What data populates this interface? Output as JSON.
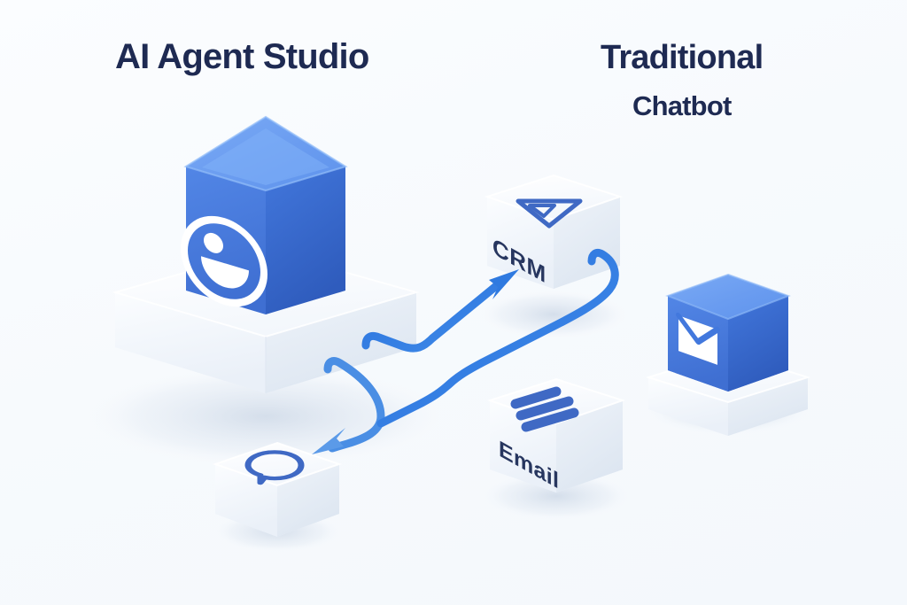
{
  "scene": {
    "background_color": "#f7fafd",
    "type": "isometric-3d-illustration"
  },
  "titles": {
    "left": "AI Agent Studio",
    "right_main": "Traditional",
    "right_sub": "Chatbot"
  },
  "colors": {
    "title_navy": "#1e2a52",
    "accent_blue": "#3b7ddd",
    "cube_blue_top": "#6b9ef0",
    "cube_blue_left": "#4a7fe0",
    "cube_blue_right": "#3566c9",
    "white_surface": "#ffffff",
    "white_shade": "#e8eef6",
    "arrow_blue": "#2f7ae0",
    "arrow_blue_light": "#5b9ae8",
    "label_navy": "#27365f"
  },
  "nodes": [
    {
      "id": "ai-agent-cube",
      "label": "",
      "icon": "smiley-agent-icon",
      "color": "blue",
      "shape": "tall-cube",
      "platform": "large"
    },
    {
      "id": "crm-cube",
      "label": "CRM",
      "icon": "crm-flag-icon",
      "color": "white",
      "shape": "cube",
      "platform": "none"
    },
    {
      "id": "email-cube",
      "label": "Email",
      "icon": "email-bars-icon",
      "color": "white",
      "shape": "cube",
      "platform": "none"
    },
    {
      "id": "chat-cube",
      "label": "",
      "icon": "chat-bubble-icon",
      "color": "white",
      "shape": "short-cube",
      "platform": "none"
    },
    {
      "id": "chatbot-cube",
      "label": "",
      "icon": "envelope-icon",
      "color": "blue",
      "shape": "cube",
      "platform": "small"
    }
  ],
  "connectors": [
    {
      "id": "agent-to-crm",
      "from": "ai-agent-cube",
      "to": "crm-cube",
      "style": "arrow",
      "color": "#2f7ae0"
    },
    {
      "id": "agent-to-chat",
      "from": "ai-agent-cube",
      "to": "chat-cube",
      "style": "arrow",
      "color": "#4a8ee4"
    },
    {
      "id": "crm-to-email",
      "from": "crm-cube",
      "to": "email-cube",
      "style": "pipe",
      "color": "#2f7ae0"
    }
  ],
  "face_labels": {
    "crm": "CRM",
    "email": "Email"
  }
}
